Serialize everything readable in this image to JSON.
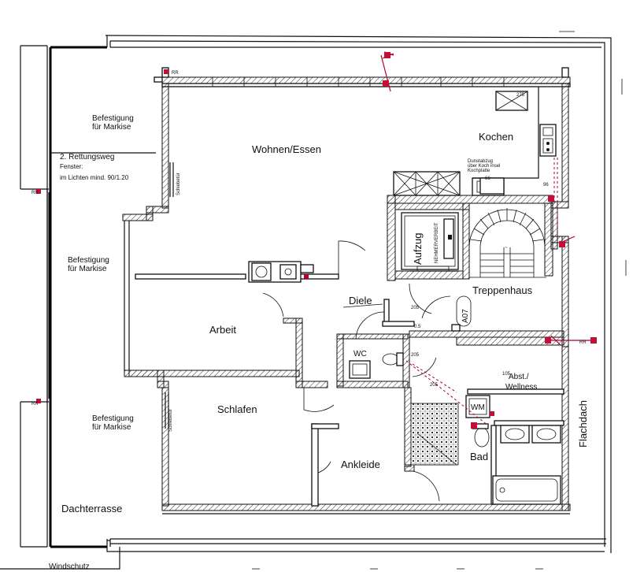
{
  "rooms": {
    "wohnen": "Wohnen/Essen",
    "kochen": "Kochen",
    "arbeit": "Arbeit",
    "diele": "Diele",
    "schlafen": "Schlafen",
    "ankleide": "Ankleide",
    "bad": "Bad",
    "wc": "WC",
    "wm": "WM",
    "treppenhaus": "Treppenhaus",
    "aufzug": "Aufzug",
    "abst": "Abst./",
    "wellness": "Wellness",
    "flachdach": "Flachdach",
    "dachterrasse": "Dachterrasse"
  },
  "notes": {
    "markise_top_1": "Befestigung",
    "markise_top_2": "für Markise",
    "markise_mid_1": "Befestigung",
    "markise_mid_2": "für Markise",
    "markise_bot_1": "Befestigung",
    "markise_bot_2": "für Markise",
    "rettung_1": "2. Rettungsweg",
    "rettung_2": "Fenster:",
    "rettung_3": "im Lichten mind. 90/1.20",
    "schiebetuer_1": "Schiebetür",
    "schiebetuer_2": "Schiebetür",
    "windschutz": "Windschutz",
    "a07": "A07",
    "aufzug_tech": "NEHMERVERBEIT",
    "kitchen_1": "Dunstabzug",
    "kitchen_2": "über Koch insel",
    "kitchen_3": "Kochplatte",
    "rr_1": "RR",
    "rr_2": "RR",
    "rr_3": "RR",
    "rr_4": "RR"
  }
}
